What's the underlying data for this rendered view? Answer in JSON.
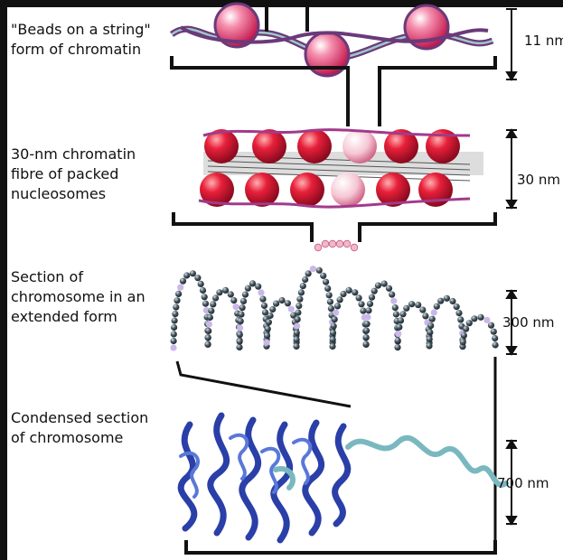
{
  "levels": [
    {
      "label": "\"Beads on a string\"\nform of chromatin",
      "scale": "11 nm"
    },
    {
      "label": "30-nm chromatin\nfibre of packed\nnucleosomes",
      "scale": "30 nm"
    },
    {
      "label": "Section of\nchromosome in an\nextended form",
      "scale": "300 nm"
    },
    {
      "label": "Condensed section\nof chromosome",
      "scale": "700 nm"
    }
  ],
  "colors": {
    "nucleosome": "#e0245a",
    "nucleosome_light": "#f4a9c0",
    "dna": "#6b3a7a",
    "bead": "#3a4650",
    "coil_dark": "#2a3fa8",
    "coil_light": "#7ab8c0",
    "line": "#111111"
  }
}
